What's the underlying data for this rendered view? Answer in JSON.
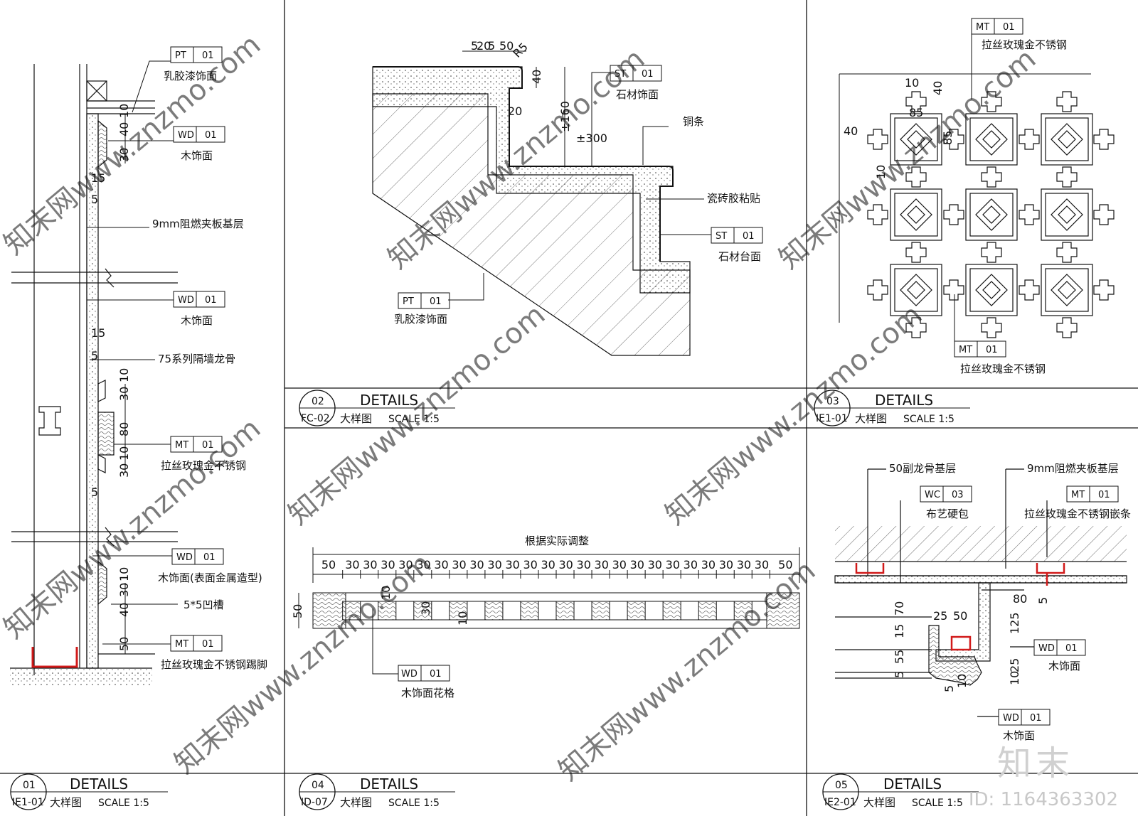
{
  "panels": {
    "p01": {
      "number": "01",
      "ref": "IE1-01",
      "title": "DETAILS",
      "subtitle": "大样图",
      "scale": "SCALE 1:5",
      "callouts": [
        {
          "code": "PT",
          "num": "01",
          "label": "乳胶漆饰面"
        },
        {
          "code": "WD",
          "num": "01",
          "label": "木饰面"
        },
        {
          "code": "WD",
          "num": "01",
          "label": "木饰面"
        },
        {
          "code": "MT",
          "num": "01",
          "label": "拉丝玫瑰金不锈钢"
        },
        {
          "code": "WD",
          "num": "01",
          "label": "木饰面(表面金属造型)"
        },
        {
          "code": "MT",
          "num": "01",
          "label": "拉丝玫瑰金不锈钢踢脚"
        }
      ],
      "notes": [
        "9mm阻燃夹板基层",
        "75系列隔墙龙骨",
        "5*5凹槽"
      ],
      "dims": [
        "40",
        "10",
        "30",
        "15",
        "5",
        "15",
        "5",
        "30",
        "10",
        "80",
        "10",
        "30",
        "5",
        "30",
        "10",
        "40",
        "50"
      ]
    },
    "p02": {
      "number": "02",
      "ref": "FC-02",
      "title": "DETAILS",
      "subtitle": "大样图",
      "scale": "SCALE 1:5",
      "callouts": [
        {
          "code": "ST",
          "num": "01",
          "label": "石材饰面"
        },
        {
          "code": "ST",
          "num": "01",
          "label": "石材台面"
        },
        {
          "code": "PT",
          "num": "01",
          "label": "乳胶漆饰面"
        }
      ],
      "notes": [
        "铜条",
        "瓷砖胶粘贴"
      ],
      "dims": [
        "5",
        "20",
        "5",
        "50",
        "R5",
        "40",
        "±160",
        "20",
        "±300"
      ]
    },
    "p03": {
      "number": "03",
      "ref": "IE1-01",
      "title": "DETAILS",
      "subtitle": "大样图",
      "scale": "SCALE 1:5",
      "callouts": [
        {
          "code": "MT",
          "num": "01",
          "label": "拉丝玫瑰金不锈钢"
        },
        {
          "code": "MT",
          "num": "01",
          "label": "拉丝玫瑰金不锈钢"
        }
      ],
      "dims": [
        "10",
        "40",
        "40",
        "85",
        "85",
        "10"
      ]
    },
    "p04": {
      "number": "04",
      "ref": "ID-07",
      "title": "DETAILS",
      "subtitle": "大样图",
      "scale": "SCALE 1:5",
      "callouts": [
        {
          "code": "WD",
          "num": "01",
          "label": "木饰面花格"
        }
      ],
      "top_note": "根据实际调整",
      "dims_row": [
        "50",
        "30",
        "30",
        "30",
        "30",
        "30",
        "30",
        "30",
        "30",
        "30",
        "30",
        "30",
        "30",
        "30",
        "30",
        "30",
        "30",
        "30",
        "30",
        "30",
        "30",
        "30",
        "30",
        "30",
        "30",
        "50"
      ],
      "dims": [
        "50",
        "10",
        "30",
        "10"
      ]
    },
    "p05": {
      "number": "05",
      "ref": "IE2-01",
      "title": "DETAILS",
      "subtitle": "大样图",
      "scale": "SCALE 1:5",
      "callouts": [
        {
          "code": "WC",
          "num": "03",
          "label": "布艺硬包"
        },
        {
          "code": "MT",
          "num": "01",
          "label": "拉丝玫瑰金不锈钢嵌条"
        },
        {
          "code": "WD",
          "num": "01",
          "label": "木饰面"
        },
        {
          "code": "WD",
          "num": "01",
          "label": "木饰面"
        }
      ],
      "notes": [
        "50副龙骨基层",
        "9mm阻燃夹板基层"
      ],
      "dims": [
        "80",
        "5",
        "70",
        "25",
        "50",
        "125",
        "15",
        "55",
        "5",
        "5",
        "10",
        "25",
        "10"
      ]
    }
  },
  "watermarks": [
    "知末网www.znzmo.com"
  ],
  "footer": {
    "logo": "知末",
    "id": "ID: 1164363302"
  },
  "colors": {
    "line": "#111111",
    "accent": "#d11a1a",
    "watermark": "#d9d9d9"
  }
}
